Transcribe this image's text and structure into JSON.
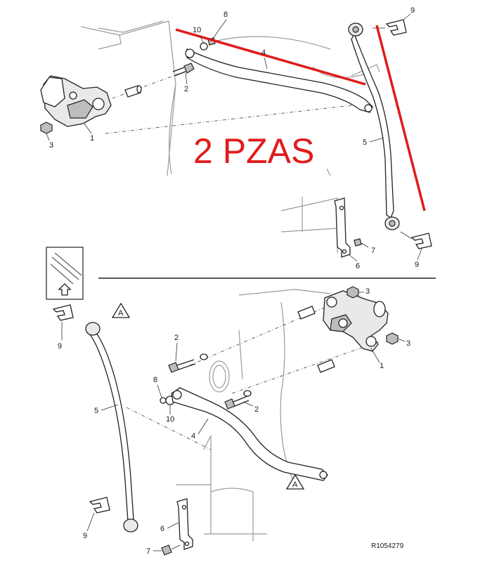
{
  "annotation": {
    "text": "2 PZAS",
    "color": "#e01b1b"
  },
  "reference_code": "R1054279",
  "callout_letter": "A",
  "part_numbers": {
    "p1": "1",
    "p2": "2",
    "p3": "3",
    "p4": "4",
    "p5": "5",
    "p6": "6",
    "p7": "7",
    "p8": "8",
    "p9": "9",
    "p10": "10"
  },
  "colors": {
    "line": "#222222",
    "ghost": "#9a9a9a",
    "highlight": "#e01b1b"
  }
}
